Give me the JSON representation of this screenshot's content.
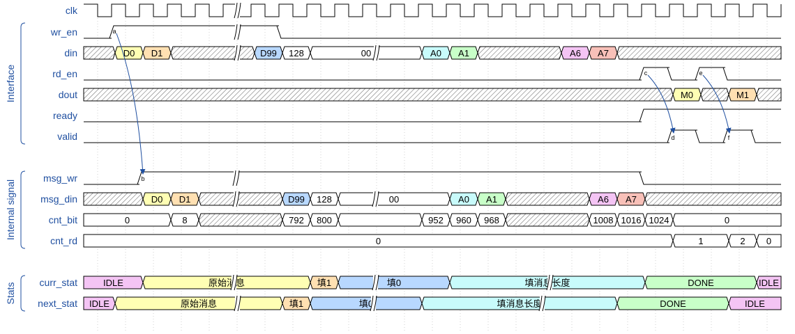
{
  "groups": [
    "Interface",
    "Internal signal",
    "Stats"
  ],
  "colors": {
    "label": "#1f4fa0",
    "arrow": "#1f4fa0",
    "yellow": "#ffffb4",
    "orange": "#ffe0b2",
    "blue": "#b8d8ff",
    "cyan": "#c8fbfb",
    "green": "#c8ffc8",
    "pink": "#f4c4f4",
    "red": "#f8c0b8",
    "grid": "#d0d0d0"
  },
  "signals": [
    {
      "name": "clk",
      "type": "clock"
    },
    {
      "name": "wr_en",
      "type": "wire"
    },
    {
      "name": "din",
      "type": "bus",
      "values": [
        "D0",
        "D1",
        "D99",
        "128",
        "00",
        "A0",
        "A1",
        "A6",
        "A7"
      ]
    },
    {
      "name": "rd_en",
      "type": "wire"
    },
    {
      "name": "dout",
      "type": "bus",
      "values": [
        "M0",
        "M1"
      ]
    },
    {
      "name": "ready",
      "type": "wire"
    },
    {
      "name": "valid",
      "type": "wire"
    },
    {
      "name": "msg_wr",
      "type": "wire"
    },
    {
      "name": "msg_din",
      "type": "bus",
      "values": [
        "D0",
        "D1",
        "D99",
        "128",
        "00",
        "A0",
        "A1",
        "A6",
        "A7"
      ]
    },
    {
      "name": "cnt_bit",
      "type": "bus",
      "values": [
        "0",
        "8",
        "792",
        "800",
        "952",
        "960",
        "968",
        "1008",
        "1016",
        "1024",
        "0"
      ]
    },
    {
      "name": "cnt_rd",
      "type": "bus",
      "values": [
        "0",
        "1",
        "2",
        "0"
      ]
    },
    {
      "name": "curr_stat",
      "type": "bus",
      "values": [
        "IDLE",
        "原始消息",
        "填1",
        "填0",
        "填消息长度",
        "DONE",
        "IDLE"
      ]
    },
    {
      "name": "next_stat",
      "type": "bus",
      "values": [
        "IDLE",
        "原始消息",
        "填1",
        "填0",
        "填消息长度",
        "DONE",
        "IDLE"
      ]
    }
  ],
  "markers": [
    "a",
    "b",
    "c",
    "d",
    "e",
    "f"
  ]
}
